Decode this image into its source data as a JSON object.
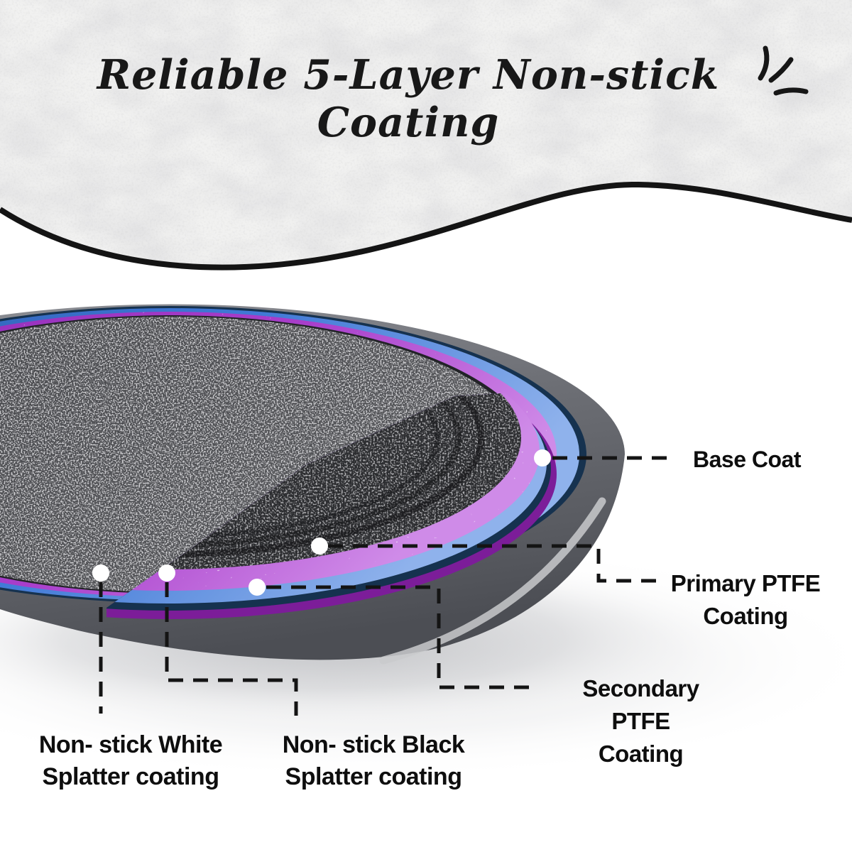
{
  "title": "Reliable 5-Layer Non-stick Coating",
  "labels": {
    "base_coat": {
      "text": "Base Coat"
    },
    "primary_ptfe": {
      "line1": "Primary PTFE",
      "line2": "Coating"
    },
    "secondary_ptfe": {
      "line1": "Secondary PTFE",
      "line2": "Coating"
    },
    "white_splatter": {
      "line1": "Non- stick White",
      "line2": "Splatter coating"
    },
    "black_splatter": {
      "line1": "Non- stick Black",
      "line2": "Splatter coating"
    }
  },
  "colors": {
    "outline": "#141414",
    "base_coat_gray": "#6b6d73",
    "primary_ptfe_blue": "#3f77d8",
    "secondary_ptfe_purple": "#a43fc9",
    "navy_layer": "#16324f",
    "plum_layer": "#7c1d99",
    "black_splatter_surface": "#2c2d30",
    "white_splatter_surface": "#414246",
    "callout_dot": "#ffffff"
  }
}
